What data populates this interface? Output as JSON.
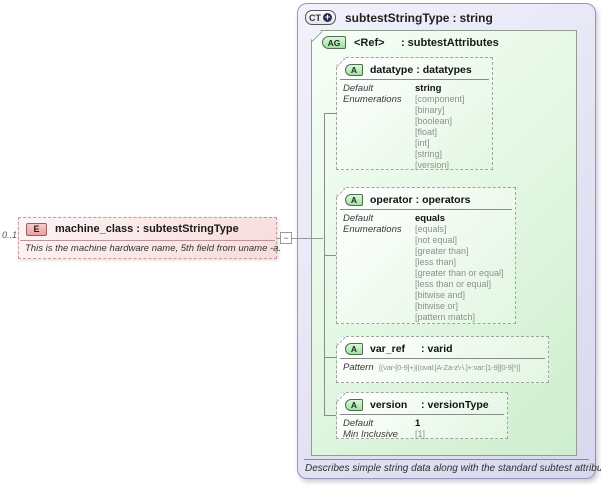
{
  "ui": {
    "colon": ":"
  },
  "colors": {
    "complex_type_fill": "#dcdcf0",
    "complex_type_border": "#9595b5",
    "attribute_group_fill": "#d8f2d8",
    "attribute_fill": "#eefaee",
    "green_border": "#8f9f8f",
    "element_fill": "#f8dcdc",
    "element_border": "#c79c9c",
    "muted_text": "#8f8f8f",
    "connector_line": "#999999"
  },
  "element": {
    "cardinality": "0..1",
    "icon": "E",
    "name": "machine_class",
    "type": "subtestStringType",
    "annotation": "This is the machine hardware name, 5th field from uname -a."
  },
  "connector": {
    "collapse_icon": "−"
  },
  "complex_type": {
    "icon": "CT",
    "expand_icon": "+",
    "name": "subtestStringType",
    "type": "string",
    "annotation": "Describes simple string data along with the standard subtest attributes.",
    "attribute_group": {
      "icon": "AG",
      "name": "<Ref>",
      "type": "subtestAttributes",
      "attributes": [
        {
          "icon": "A",
          "name": "datatype",
          "type": "datatypes",
          "facets": {
            "default_label": "Default",
            "default_value": "string",
            "enum_label": "Enumerations",
            "enum_values": [
              "[component]",
              "[binary]",
              "[boolean]",
              "[float]",
              "[int]",
              "[string]",
              "[version]"
            ]
          }
        },
        {
          "icon": "A",
          "name": "operator",
          "type": "operators",
          "facets": {
            "default_label": "Default",
            "default_value": "equals",
            "enum_label": "Enumerations",
            "enum_values": [
              "[equals]",
              "[not equal]",
              "[greater than]",
              "[less than]",
              "[greater than or equal]",
              "[less than or equal]",
              "[bitwise and]",
              "[bitwise or]",
              "[pattern match]"
            ]
          }
        },
        {
          "icon": "A",
          "name": "var_ref",
          "type": "varid",
          "facets": {
            "pattern_label": "Pattern",
            "pattern_value": "[(var-[0-9]+)|(oval:[A-Za-z\\-\\.]+:var:[1-9][0-9]*)]"
          }
        },
        {
          "icon": "A",
          "name": "version",
          "type": "versionType",
          "facets": {
            "default_label": "Default",
            "default_value": "1",
            "min_inclusive_label": "Min Inclusive",
            "min_inclusive_value": "[1]"
          }
        }
      ]
    }
  }
}
